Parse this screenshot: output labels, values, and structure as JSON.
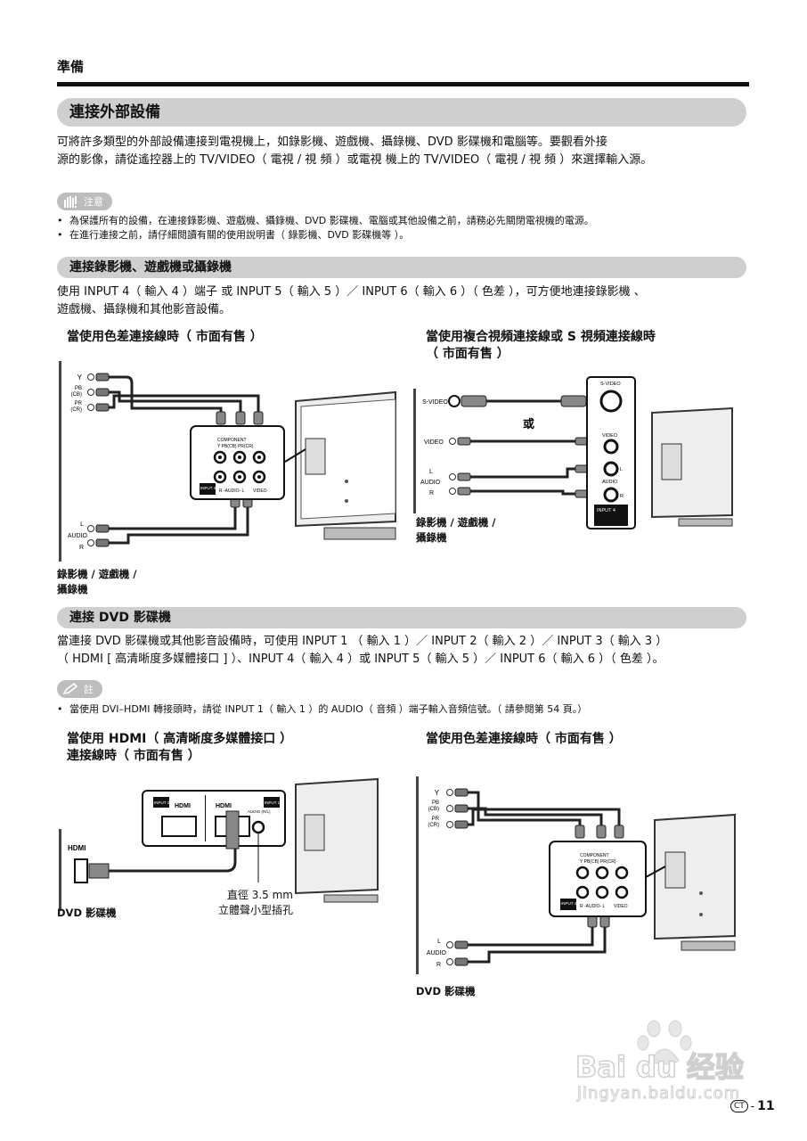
{
  "header": {
    "title": "準備"
  },
  "section1": {
    "title": "連接外部設備",
    "intro": [
      "可將許多類型的外部設備連接到電視機上，如錄影機、遊戲機、攝錄機、DVD 影碟機和電腦等。要觀看外接",
      "源的影像，請從遙控器上的 TV/VIDEO（ 電視 / 視 頻 ）或電視 機上的 TV/VIDEO（ 電視 / 視 頻 ）來選擇輸入源。"
    ],
    "caution_label": "注意",
    "caution_items": [
      "為保護所有的設備，在連接錄影機、遊戲機、攝錄機、DVD 影碟機、電腦或其他設備之前，請務必先關閉電視機的電源。",
      "在進行連接之前，請仔細閱讀有關的使用說明書（ 錄影機、DVD 影碟機等 ）。"
    ]
  },
  "section2": {
    "title": "連接錄影機、遊戲機或攝錄機",
    "intro": [
      "使用 INPUT 4（ 輸入 4 ）端子 或 INPUT 5（ 輸入 5 ）／ INPUT 6（ 輸入 6 ）（ 色差 ），可方便地連接錄影機 、",
      "遊戲機、攝錄機和其他影音設備。"
    ],
    "left_title": "當使用色差連接線時（ 市面有售 ）",
    "right_title": [
      "當使用複合視頻連接線或 S 視頻連接線時",
      "（ 市面有售 ）"
    ],
    "left_caption": [
      "錄影機 / 遊戲機 /",
      "攝錄機"
    ],
    "right_caption": [
      "錄影機 / 遊戲機 /",
      "攝錄機"
    ],
    "or_label": "或",
    "labels": {
      "y": "Y",
      "pb": "PB",
      "cb": "(CB)",
      "pr": "PR",
      "cr": "(CR)",
      "l": "L",
      "audio": "AUDIO",
      "r": "R",
      "component": "COMPONENT",
      "comp_cols": "Y   PB(CB)  PR(CR)",
      "input4": "INPUT 4",
      "r_audio_l": "R -AUDIO- L",
      "video": "VIDEO",
      "svideo": "S-VIDEO",
      "video_in": "VIDEO",
      "audio_in": "AUDIO"
    }
  },
  "section3": {
    "title": "連接 DVD 影碟機",
    "intro": [
      "當連接 DVD 影碟機或其他影音設備時，可使用 INPUT 1 （ 輸入 1 ）／ INPUT 2（ 輸入 2 ）／ INPUT 3（ 輸入 3 ）",
      "（ HDMI [ 高清晰度多媒體接口 ] ）、INPUT 4（ 輸入 4 ）或 INPUT 5（ 輸入 5 ）／ INPUT 6（ 輸入 6 ）（ 色差 ）。"
    ],
    "note_label": "註",
    "note_items": [
      "當使用 DVI–HDMI 轉接頭時，請從 INPUT 1（ 輸入 1 ）的 AUDIO（ 音頻 ）端子輸入音頻信號。（ 請參閱第 54 頁。）"
    ],
    "left_title": [
      "當使用 HDMI（ 高清晰度多媒體接口 ）",
      "連接線時（ 市面有售 ）"
    ],
    "right_title": "當使用色差連接線時（ 市面有售 ）",
    "left_caption": "DVD 影碟機",
    "right_caption": "DVD 影碟機",
    "jack_caption": [
      "直徑 3.5 mm",
      "立體聲小型插孔"
    ],
    "labels": {
      "hdmi": "HDMI",
      "input2": "INPUT 2",
      "input1": "INPUT 1",
      "audio_rl": "AUDIO (R/L)"
    }
  },
  "footer": {
    "region_mark": "CT",
    "page_number": "11",
    "watermark_main": "Bai du 经验",
    "watermark_url": "jingyan.baidu.com"
  }
}
